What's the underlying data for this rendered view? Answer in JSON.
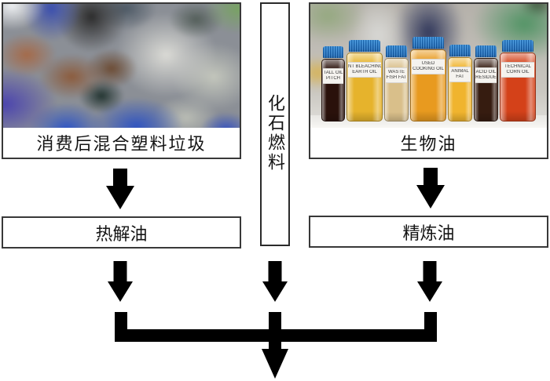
{
  "colors": {
    "arrow": "#000000",
    "panel_border": "#383838",
    "bottle_cap_blue": "#2f8ce4"
  },
  "panels": {
    "plastic": {
      "caption": "消费后混合塑料垃圾"
    },
    "bio": {
      "caption": "生物油"
    }
  },
  "fossil_column": {
    "label": "化石燃料"
  },
  "process_boxes": {
    "pyrolysis": {
      "label": "热解油"
    },
    "refined": {
      "label": "精炼油"
    }
  },
  "bottles": [
    {
      "line1": "TALL OIL",
      "line2": "PITCH",
      "liquid": "#2a110b"
    },
    {
      "line1": "NT BLEACHING",
      "line2": "EARTH OIL",
      "liquid": "#e6b32c"
    },
    {
      "line1": "WASTE",
      "line2": "FISH FAT",
      "liquid": "#d9bf8a"
    },
    {
      "line1": "USED",
      "line2": "COOKING OIL",
      "liquid": "#e89a1f"
    },
    {
      "line1": "ANIMAL",
      "line2": "FAT",
      "liquid": "#f0b42e"
    },
    {
      "line1": "ACID OIL",
      "line2": "RESIDUE",
      "liquid": "#361c10"
    },
    {
      "line1": "TECHNICAL",
      "line2": "CORN OIL",
      "liquid": "#d44119"
    }
  ]
}
